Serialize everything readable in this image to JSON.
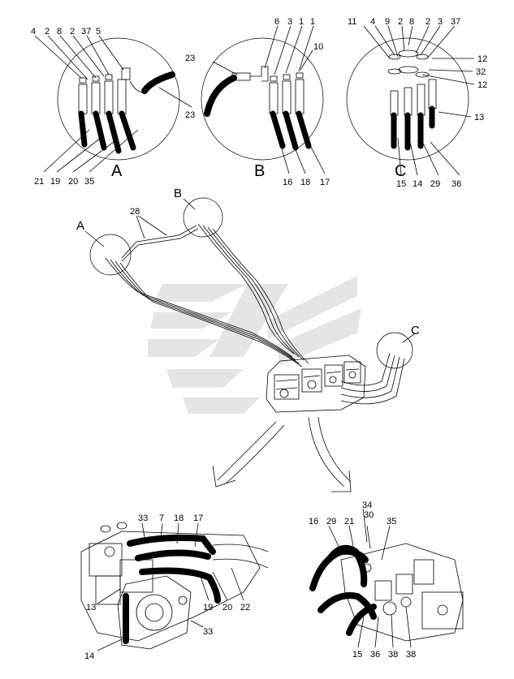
{
  "detail_a": {
    "letter": "A",
    "top_labels": [
      "4",
      "2",
      "8",
      "2",
      "37",
      "5"
    ],
    "side_label": "23",
    "bottom_labels": [
      "21",
      "19",
      "20",
      "35"
    ]
  },
  "detail_b": {
    "letter": "B",
    "top_labels": [
      "6",
      "3",
      "1",
      "1"
    ],
    "side_labels": [
      "23",
      "10"
    ],
    "bottom_labels": [
      "16",
      "18",
      "17"
    ]
  },
  "detail_c": {
    "letter": "C",
    "top_labels": [
      "11",
      "4",
      "9",
      "2",
      "8",
      "2",
      "3",
      "37"
    ],
    "side_labels": [
      "12",
      "32",
      "12",
      "13"
    ],
    "bottom_labels": [
      "15",
      "14",
      "29",
      "36"
    ]
  },
  "main_view": {
    "callouts": [
      "A",
      "B",
      "C"
    ],
    "label_28": "28"
  },
  "lower_left": {
    "labels": [
      "33",
      "7",
      "18",
      "17",
      "13",
      "19",
      "20",
      "22",
      "33",
      "14"
    ]
  },
  "lower_right": {
    "labels": [
      "34",
      "16",
      "29",
      "21",
      "30",
      "35",
      "15",
      "36",
      "38",
      "38"
    ]
  }
}
